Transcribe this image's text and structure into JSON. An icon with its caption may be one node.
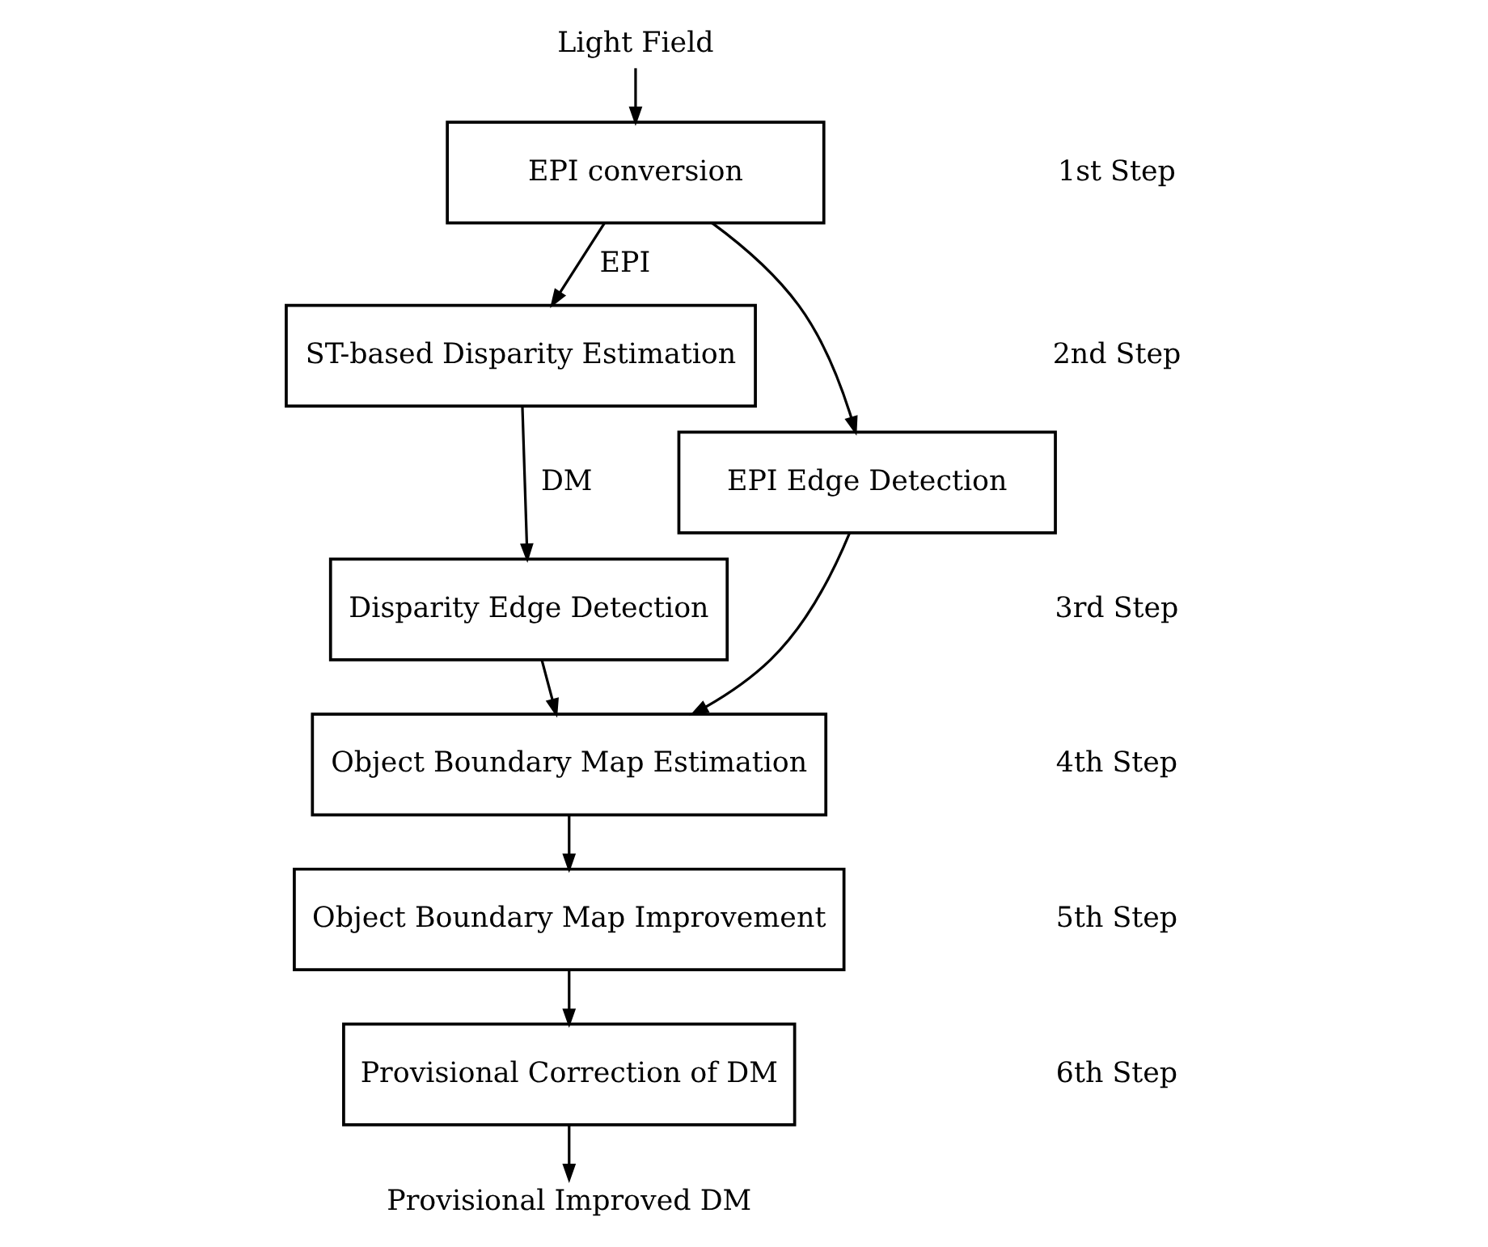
{
  "diagram": {
    "nodes": [
      {
        "text": [
          "Light Field"
        ]
      },
      {
        "text": [
          "EPI conversion"
        ]
      },
      {
        "text": [
          "ST-based Disparity Estimation"
        ]
      },
      {
        "text": [
          "Disparity Edge Detection"
        ]
      },
      {
        "text": [
          "EPI Edge Detection"
        ]
      },
      {
        "text": [
          "Object Boundary Map Estimation"
        ]
      },
      {
        "text": [
          "Object Boundary Map Improvement"
        ]
      },
      {
        "text": [
          "Provisional Correction of DM"
        ]
      },
      {
        "text": [
          "Provisional Improved DM"
        ]
      }
    ],
    "edges": [
      {
        "from": 0,
        "to": 1,
        "arrow": "to"
      },
      {
        "from": 1,
        "to": 2,
        "arrow": "to",
        "label": "EPI"
      },
      {
        "from": 1,
        "to": 4,
        "arrow": "to"
      },
      {
        "from": 2,
        "to": 3,
        "arrow": "to",
        "label": "DM"
      },
      {
        "from": 3,
        "to": 5,
        "arrow": "to"
      },
      {
        "from": 4,
        "to": 5,
        "arrow": "to"
      },
      {
        "from": 5,
        "to": 6,
        "arrow": "to"
      },
      {
        "from": 6,
        "to": 7,
        "arrow": "to"
      },
      {
        "from": 7,
        "to": 8,
        "arrow": "to"
      }
    ],
    "labels": [
      "1st Step",
      "2nd Step",
      "3rd Step",
      "4th Step",
      "5th Step",
      "6th Step"
    ]
  }
}
